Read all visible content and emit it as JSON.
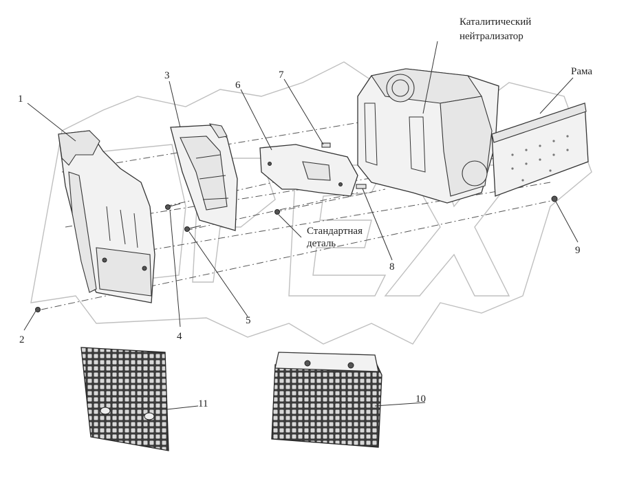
{
  "labels": {
    "catalytic_converter": [
      "Каталитический",
      "нейтрализатор"
    ],
    "frame": "Рама",
    "standard_part": [
      "Стандартная",
      "деталь"
    ]
  },
  "part_numbers": [
    "1",
    "2",
    "3",
    "4",
    "5",
    "6",
    "7",
    "8",
    "9",
    "10",
    "11"
  ],
  "watermark": "OPEX"
}
